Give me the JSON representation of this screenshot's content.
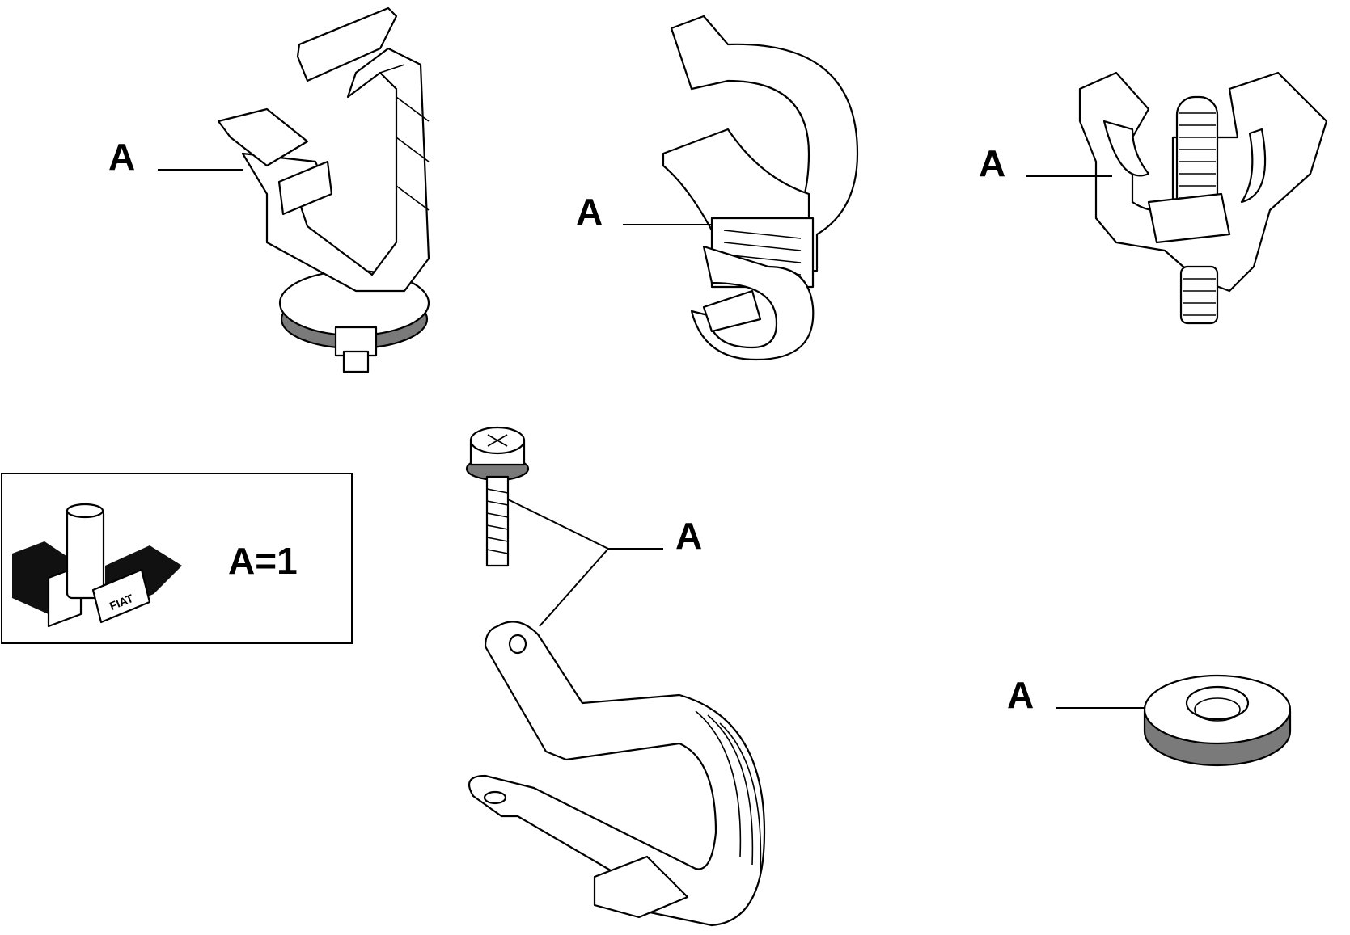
{
  "parts": [
    {
      "id": "clip-1",
      "label": "A"
    },
    {
      "id": "clip-2",
      "label": "A"
    },
    {
      "id": "clip-3",
      "label": "A"
    },
    {
      "id": "screw-clamp",
      "label": "A"
    },
    {
      "id": "washer",
      "label": "A"
    }
  ],
  "legend": {
    "quantity": "A=1",
    "logo_text": "FIAT"
  }
}
